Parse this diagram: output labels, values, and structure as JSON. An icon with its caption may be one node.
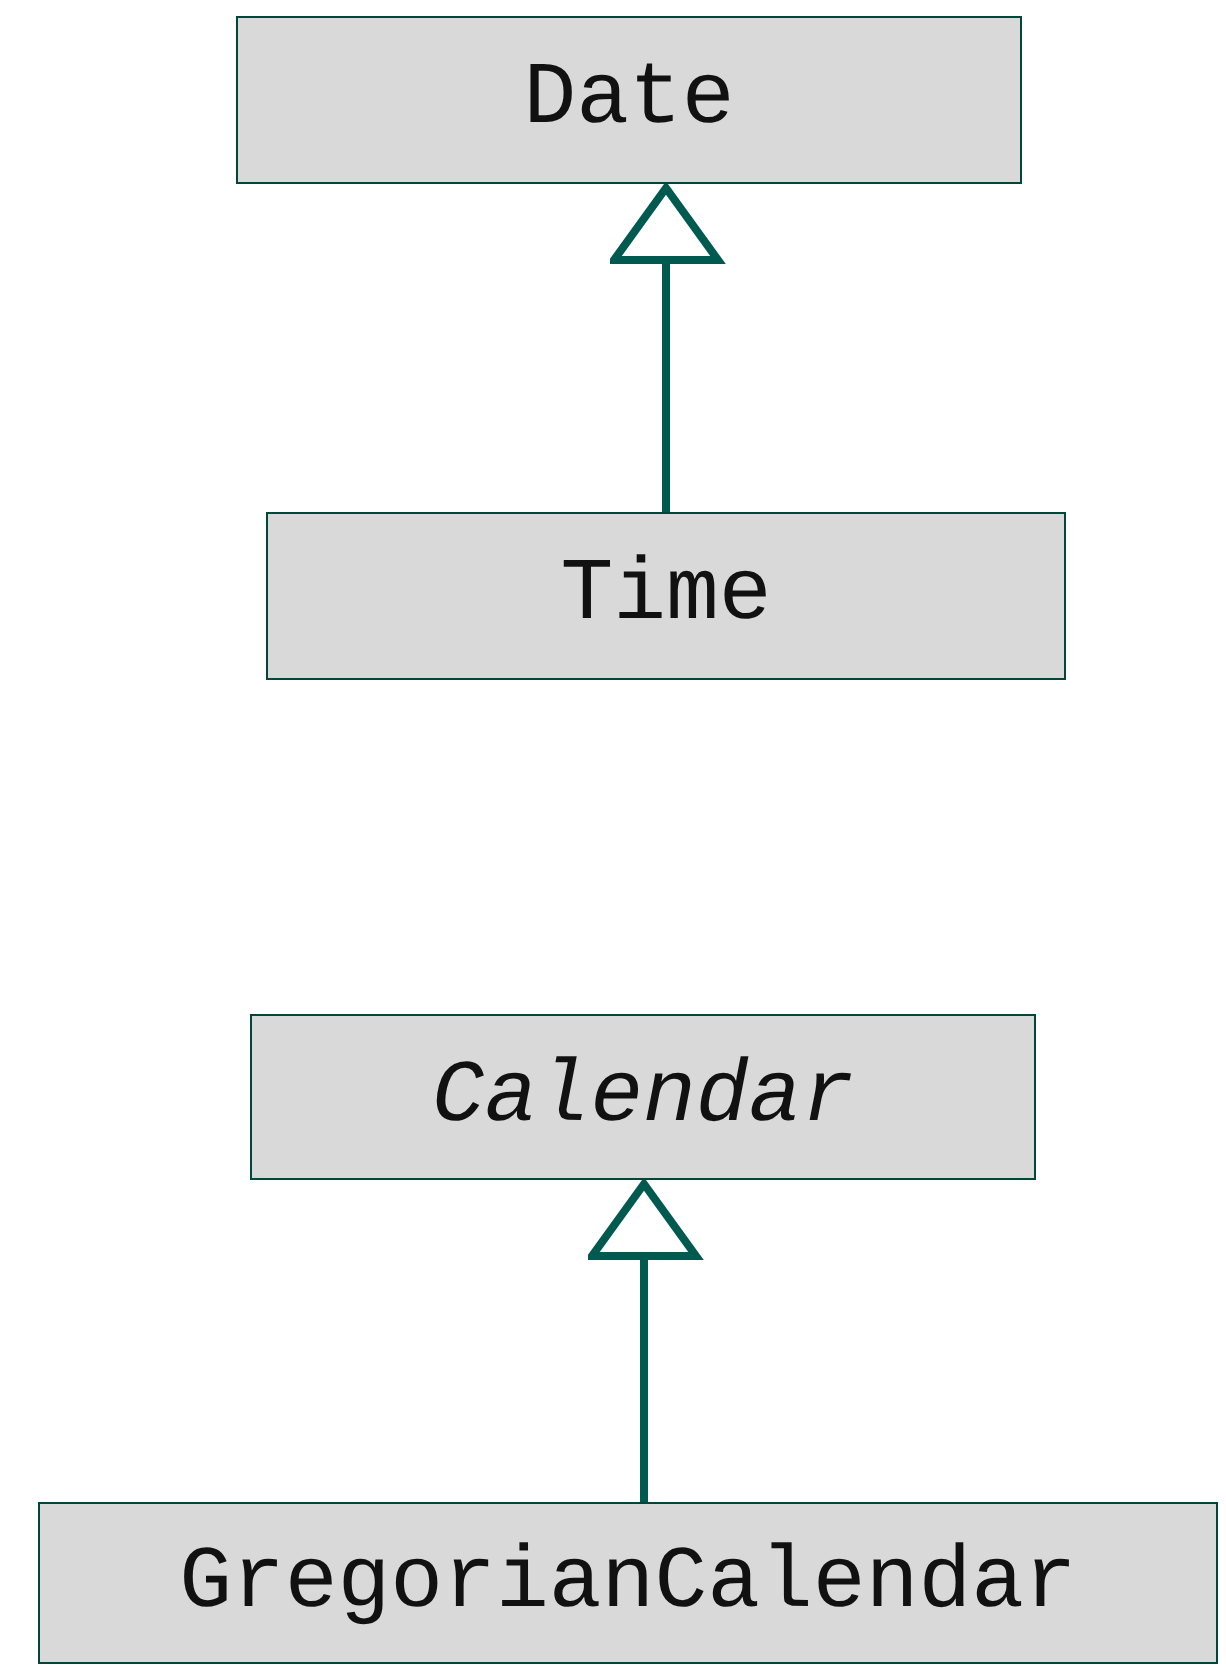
{
  "diagram": {
    "nodes": [
      {
        "text": [
          "Date"
        ]
      },
      {
        "text": [
          "Time"
        ]
      },
      {
        "text": [
          "Calendar"
        ]
      },
      {
        "text": [
          "GregorianCalendar"
        ]
      }
    ],
    "edges": [
      {
        "from": 1,
        "to": 0,
        "arrow": "to"
      },
      {
        "from": 3,
        "to": 2,
        "arrow": "to"
      }
    ]
  }
}
